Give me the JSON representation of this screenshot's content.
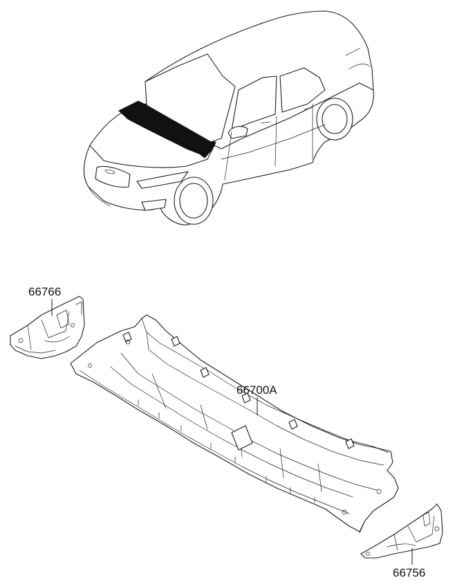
{
  "part_labels": {
    "left_bracket": "66766",
    "cowl_panel": "66700A",
    "right_bracket": "66756"
  },
  "colors": {
    "line": "#1a1a1a",
    "highlight": "#111111",
    "background": "#ffffff"
  }
}
